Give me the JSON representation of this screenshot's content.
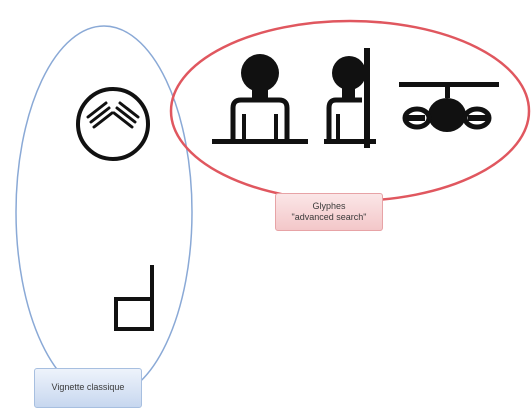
{
  "groups": {
    "glyphs": {
      "label_line1": "Glyphes",
      "label_line2": "\"advanced search\"",
      "outline_color": "#e0575f"
    },
    "classic": {
      "label": "Vignette classique",
      "outline_color": "#8aa9d6"
    }
  },
  "icons": [
    "circle-hatch-icon",
    "corner-bracket-icon",
    "figure-at-desk-icon",
    "figure-with-bar-icon",
    "disc-on-bar-icon"
  ]
}
